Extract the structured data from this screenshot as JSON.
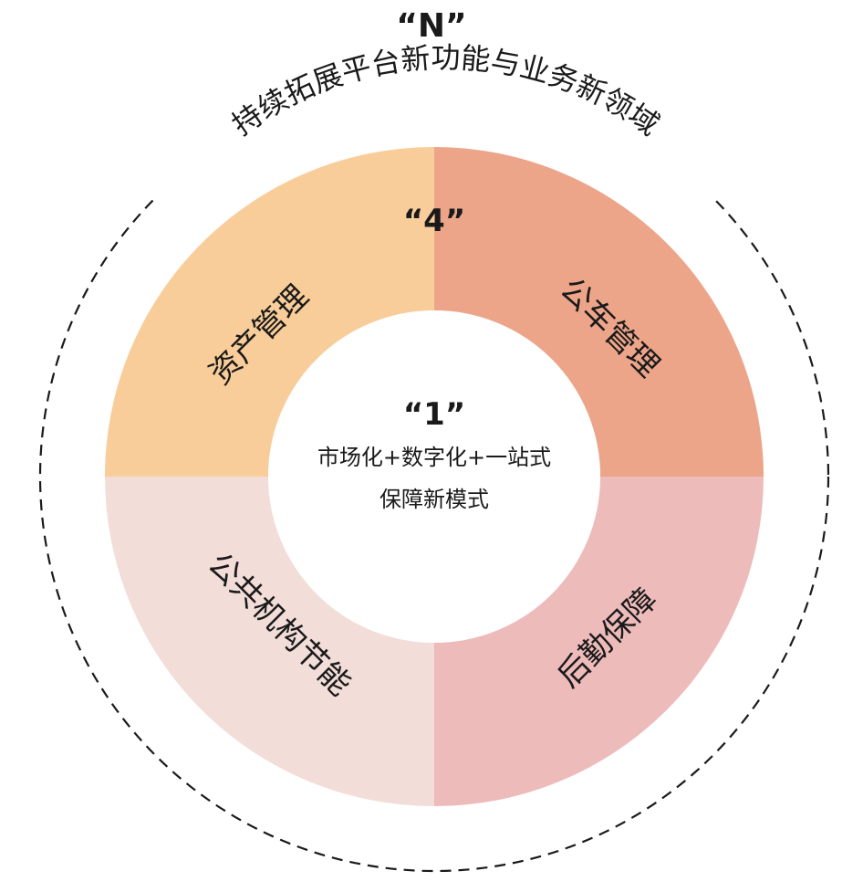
{
  "outer": {
    "title": "“N”",
    "arc_label": "持续拓展平台新功能与业务新领域"
  },
  "ring": {
    "title": "“4”",
    "segments": [
      {
        "label": "资产管理",
        "color": "#F8CD9A"
      },
      {
        "label": "公车管理",
        "color": "#EDA58A"
      },
      {
        "label": "公共机构节能",
        "color": "#F2DDD8"
      },
      {
        "label": "后勤保障",
        "color": "#EEBBBB"
      }
    ]
  },
  "center": {
    "title": "“1”",
    "line1": "市场化+数字化+一站式",
    "line2": "保障新模式"
  }
}
